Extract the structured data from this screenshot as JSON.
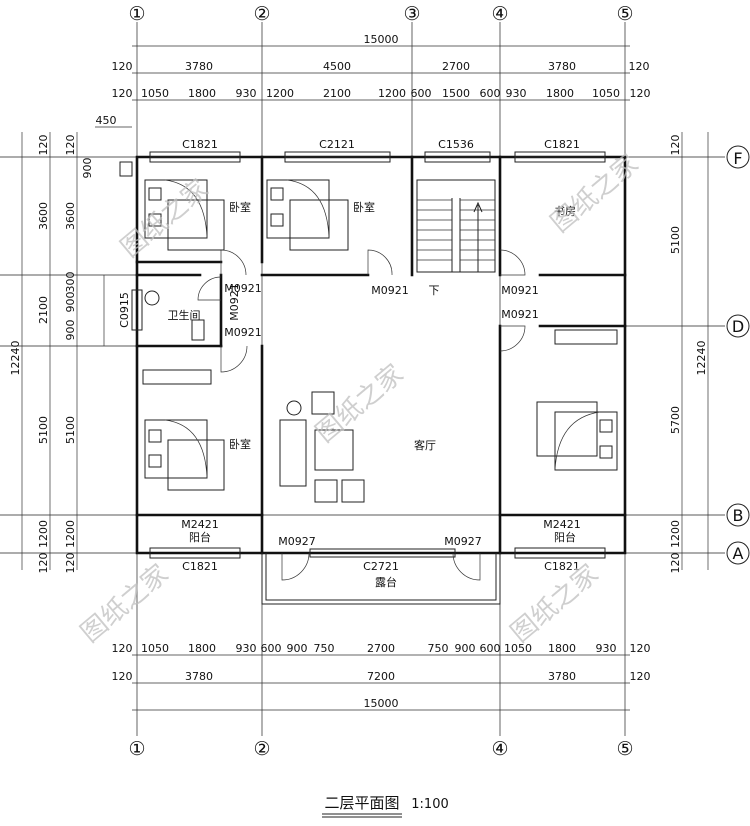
{
  "title": "二层平面图",
  "scale": "1:100",
  "watermark": "图纸之家",
  "axes": {
    "columns": [
      "①",
      "②",
      "③",
      "④",
      "⑤"
    ],
    "rows": [
      "A",
      "B",
      "D",
      "F"
    ]
  },
  "dims": {
    "top_total": "15000",
    "top_mid": [
      "120",
      "3780",
      "4500",
      "2700",
      "3780",
      "120"
    ],
    "top_detail": [
      "120",
      "1050",
      "1800",
      "930",
      "1200",
      "2100",
      "1200",
      "600",
      "1500",
      "600",
      "930",
      "1800",
      "1050",
      "120"
    ],
    "offset_450": "450",
    "bottom_detail": [
      "120",
      "1050",
      "1800",
      "930",
      "600",
      "900",
      "750",
      "2700",
      "750",
      "900",
      "600",
      "1050",
      "1800",
      "930",
      "120"
    ],
    "bottom_mid": [
      "120",
      "3780",
      "7200",
      "3780",
      "120"
    ],
    "bottom_total": "15000",
    "left_outer": [
      "120",
      "3600",
      "2100",
      "5100",
      "1200",
      "120"
    ],
    "left_total": "12240",
    "left_inner": [
      "120",
      "3600",
      "300",
      "900",
      "900",
      "5100",
      "1200",
      "120"
    ],
    "left_small": "900",
    "right_inner": [
      "120",
      "5100",
      "5700",
      "1200",
      "120"
    ],
    "right_total": "12240"
  },
  "rooms": {
    "bedroom_nw": "卧室",
    "bedroom_n": "卧室",
    "bedroom_w": "卧室",
    "study": "书房",
    "bathroom": "卫生间",
    "living": "客厅",
    "balcony_left": "阳台",
    "balcony_right": "阳台",
    "terrace": "露台",
    "stair_down": "下"
  },
  "openings": {
    "w_c1821_nw": "C1821",
    "w_c2121": "C2121",
    "w_c1536": "C1536",
    "w_c1821_ne": "C1821",
    "w_c0915": "C0915",
    "w_c1821_sw": "C1821",
    "w_c2721": "C2721",
    "w_c1821_se": "C1821",
    "d_m0921_bath1": "M0921",
    "d_m0921_bath2": "M0921",
    "d_m0921_bath3": "M0921",
    "d_m0921_n": "M0921",
    "d_m0921_study": "M0921",
    "d_m0921_e": "M0921",
    "d_m2421_l": "M2421",
    "d_m2421_r": "M2421",
    "d_m0927_l": "M0927",
    "d_m0927_r": "M0927"
  }
}
